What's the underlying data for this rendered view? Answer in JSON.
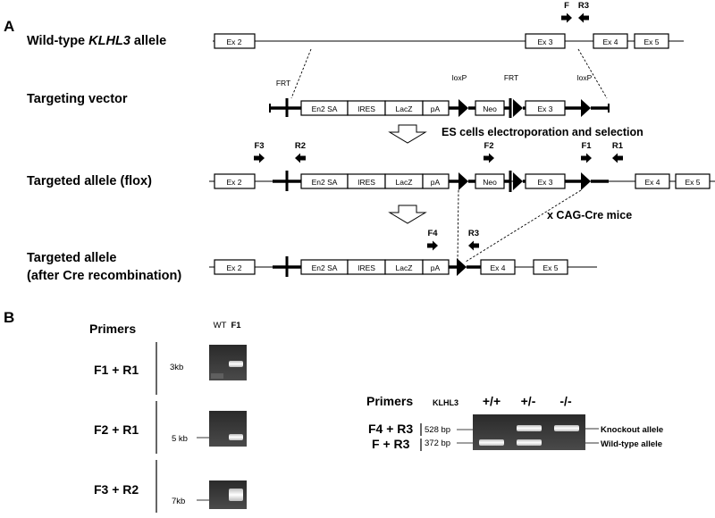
{
  "panel_a": {
    "letter": "A",
    "rows": {
      "wt": "Wild-type KLHL3 allele",
      "wt_pre": "Wild-type ",
      "wt_gene": "KLHL3",
      "wt_post": " allele",
      "vector": "Targeting vector",
      "flox": "Targeted allele (flox)",
      "cre_line1": "Targeted allele",
      "cre_line2": "(after Cre recombination)"
    },
    "boxes": {
      "ex2": "Ex 2",
      "ex3": "Ex 3",
      "ex4": "Ex 4",
      "ex5": "Ex 5",
      "en2sa": "En2 SA",
      "ires": "IRES",
      "lacz": "LacZ",
      "pa": "pA",
      "neo": "Neo"
    },
    "sites": {
      "frt": "FRT",
      "loxp": "loxP"
    },
    "primers": {
      "f": "F",
      "r3": "R3",
      "f1": "F1",
      "r1": "R1",
      "f2": "F2",
      "r2": "R2",
      "f3": "F3",
      "f4": "F4"
    },
    "steps": {
      "electroporation": "ES cells electroporation and selection",
      "cre": "x CAG-Cre mice"
    }
  },
  "panel_b": {
    "letter": "B",
    "primers_header": "Primers",
    "lane_labels": {
      "wt": "WT",
      "f1": "F1"
    },
    "pairs": [
      {
        "primers": "F1 + R1",
        "size": "3kb"
      },
      {
        "primers": "F2 + R1",
        "size": "5 kb"
      },
      {
        "primers": "F3 + R2",
        "size": "7kb"
      }
    ],
    "genotype_gel": {
      "primers_header": "Primers",
      "gene": "KLHL3",
      "genotypes": [
        "+/+",
        "+/-",
        "-/-"
      ],
      "rows": [
        {
          "primers": "F4 + R3",
          "size": "528 bp",
          "band": "Knockout allele"
        },
        {
          "primers": "F + R3",
          "size": "372 bp",
          "band": "Wild-type allele"
        }
      ]
    }
  }
}
